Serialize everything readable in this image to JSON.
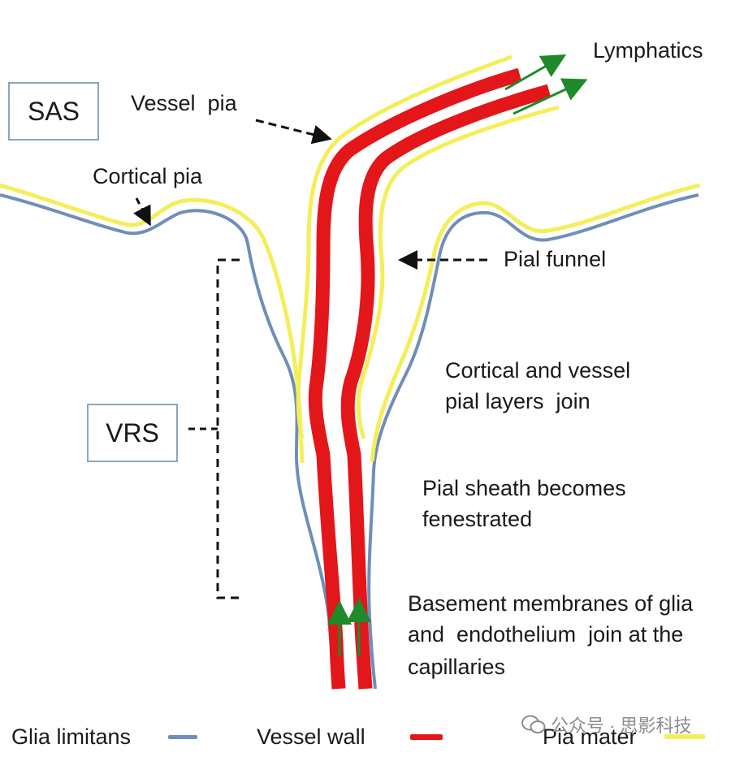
{
  "colors": {
    "glia": "#6f8fb8",
    "pia": "#f3ef5a",
    "vessel": "#e3161a",
    "arrow_green": "#1f8a2a",
    "dash": "#111111"
  },
  "labels": {
    "sas": "SAS",
    "vrs": "VRS",
    "lymphatics": "Lymphatics",
    "vessel_pia": "Vessel  pia",
    "cortical_pia": "Cortical pia",
    "pial_funnel": "Pial funnel",
    "join_line1": "Cortical and vessel",
    "join_line2": "pial layers  join",
    "fen_line1": "Pial sheath becomes",
    "fen_line2": "fenestrated",
    "bm_line1": "Basement membranes of glia",
    "bm_line2": "and  endothelium  join at the",
    "bm_line3": "capillaries"
  },
  "legend": {
    "glia": "Glia limitans",
    "vessel": "Vessel wall",
    "pia": "Pia mater"
  },
  "watermark": "公众号 · 思影科技"
}
